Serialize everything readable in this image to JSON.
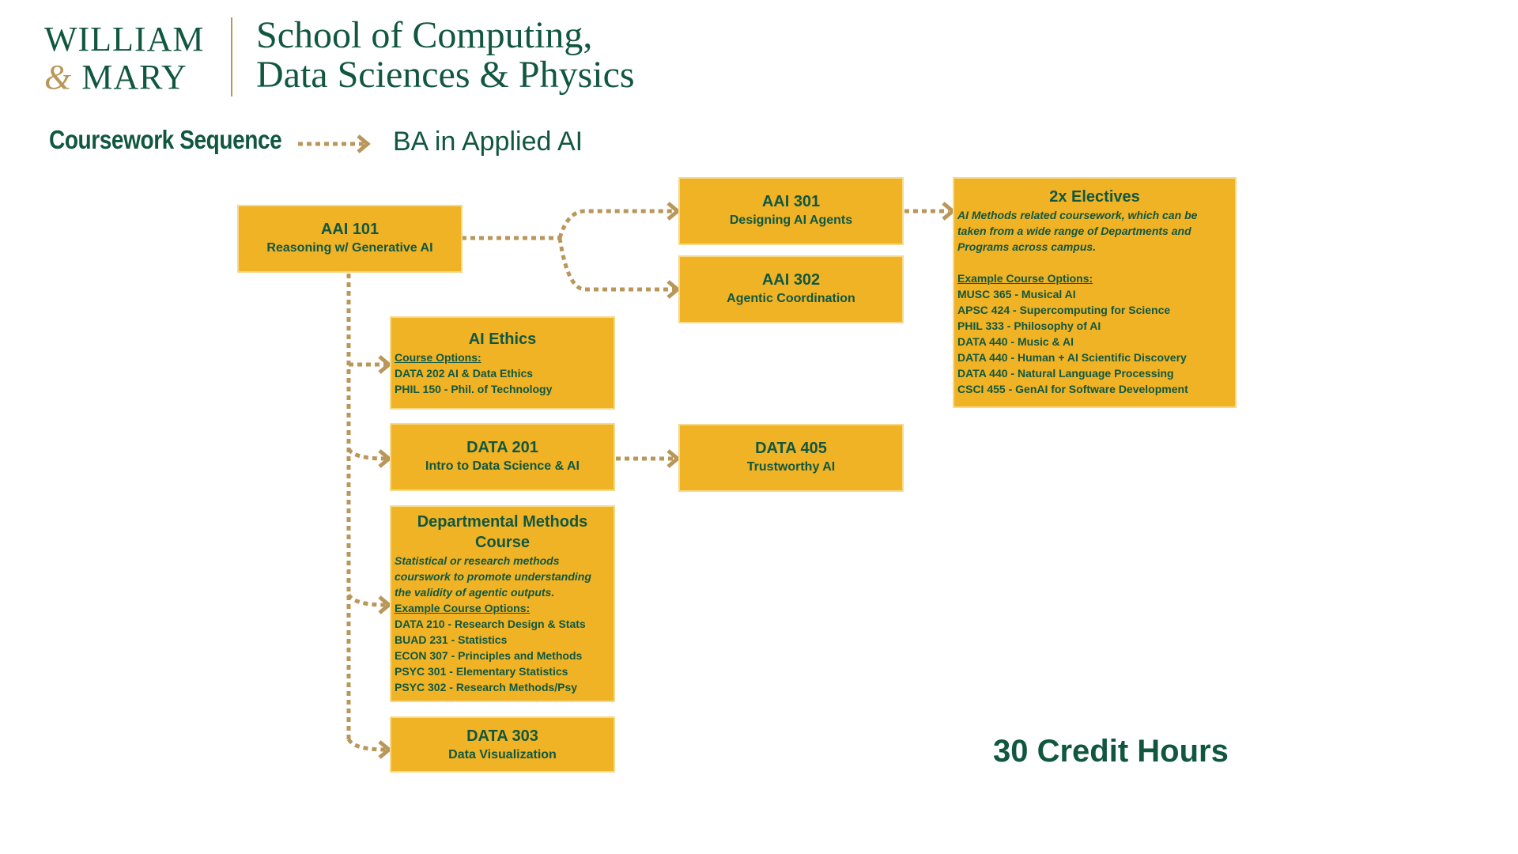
{
  "header": {
    "logo_line1": "WILLIAM",
    "logo_amp": "&",
    "logo_line2": "MARY",
    "school_line1": "School of Computing,",
    "school_line2": "Data Sciences & Physics"
  },
  "sequence": {
    "label": "Coursework Sequence",
    "program": "BA in Applied AI"
  },
  "boxes": {
    "aai101": {
      "title": "AAI 101",
      "subtitle": "Reasoning w/ Generative AI"
    },
    "aai301": {
      "title": "AAI 301",
      "subtitle": "Designing AI Agents"
    },
    "aai302": {
      "title": "AAI 302",
      "subtitle": "Agentic Coordination"
    },
    "electives": {
      "title": "2x Electives",
      "description": [
        "AI Methods related coursework, which can be",
        "taken from a wide range of Departments and",
        "Programs across campus."
      ],
      "options_label": "Example Course Options:",
      "options": [
        "MUSC 365 - Musical AI",
        "APSC 424 - Supercomputing for Science",
        "PHIL 333 - Philosophy of AI",
        "DATA 440 - Music & AI",
        "DATA 440 - Human + AI Scientific Discovery",
        "DATA 440 - Natural Language Processing",
        "CSCI 455 - GenAI for Software Development"
      ]
    },
    "ethics": {
      "title": "AI Ethics",
      "options_label": "Course Options:",
      "options": [
        "DATA 202 AI & Data Ethics",
        "PHIL 150 - Phil. of Technology"
      ]
    },
    "data201": {
      "title": "DATA 201",
      "subtitle": "Intro to Data Science & AI"
    },
    "data405": {
      "title": "DATA 405",
      "subtitle": "Trustworthy AI"
    },
    "methods": {
      "title_line1": "Departmental Methods",
      "title_line2": "Course",
      "description": [
        "Statistical or research methods",
        "courswork to promote understanding",
        "the validity of agentic outputs."
      ],
      "options_label": "Example Course Options:",
      "options": [
        "DATA 210 - Research Design & Stats",
        "BUAD 231 - Statistics",
        "ECON 307 - Principles and Methods",
        "PSYC 301 - Elementary Statistics",
        "PSYC 302 - Research Methods/Psy"
      ]
    },
    "data303": {
      "title": "DATA 303",
      "subtitle": "Data Visualization"
    }
  },
  "credits": "30 Credit Hours",
  "colors": {
    "green": "#115740",
    "gold": "#b9975b",
    "box": "#efb325"
  }
}
